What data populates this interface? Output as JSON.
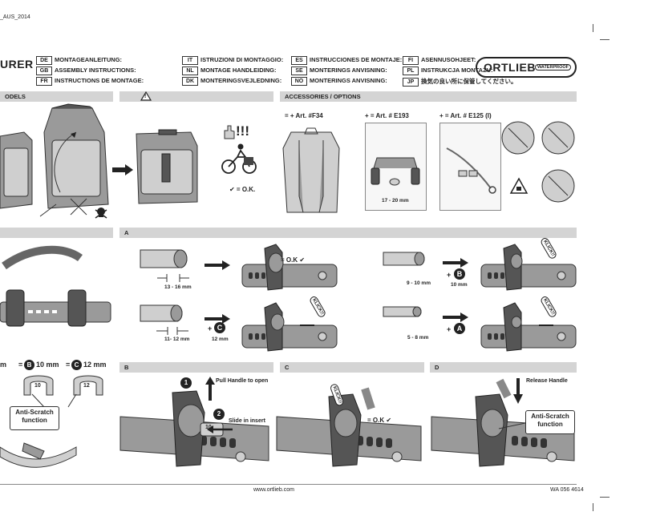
{
  "doc": {
    "doc_ref": "_AUS_2014",
    "title_partial": "URER",
    "brand": "ORTLIEB",
    "brand_tag": "WATERPROOF",
    "footer_url": "www.ortlieb.com",
    "footer_code": "WA 056 4614"
  },
  "languages": [
    {
      "code": "DE",
      "label": "MONTAGEANLEITUNG:"
    },
    {
      "code": "GB",
      "label": "ASSEMBLY INSTRUCTIONS:"
    },
    {
      "code": "FR",
      "label": "INSTRUCTIONS DE MONTAGE:"
    },
    {
      "code": "IT",
      "label": "ISTRUZIONI DI MONTAGGIO:"
    },
    {
      "code": "NL",
      "label": "MONTAGE HANDLEIDING:"
    },
    {
      "code": "DK",
      "label": "MONTERINGSVEJLEDNING:"
    },
    {
      "code": "ES",
      "label": "INSTRUCCIONES DE MONTAJE:"
    },
    {
      "code": "SE",
      "label": "MONTERINGS ANVISNING:"
    },
    {
      "code": "NO",
      "label": "MONTERINGS ANVISNING:"
    },
    {
      "code": "FI",
      "label": "ASENNUSOHJEET:"
    },
    {
      "code": "PL",
      "label": "INSTRUKCJA MONTAZU:"
    },
    {
      "code": "JP",
      "label": "換気の良い所に保管してください。"
    }
  ],
  "sections": {
    "models": "ODELS",
    "warning": "!",
    "accessories": "ACCESSORIES / OPTIONS",
    "a": "A",
    "b": "B",
    "c": "C",
    "d": "D"
  },
  "warning_panel": {
    "exclaim": "!!!",
    "ok": "✔ = O.K."
  },
  "accessories": {
    "acc1": "= + Art. #F34",
    "acc2": "+ = Art. # E193",
    "acc3": "+ = Art. # E125 (I)",
    "acc2_dim": "17 - 20 mm"
  },
  "step_a": {
    "d1": "13 - 16 mm",
    "d2": "11- 12 mm",
    "d2_insert": "12  mm",
    "d3": "9 - 10 mm",
    "d3_insert": "10 mm",
    "d4": "5 - 8 mm",
    "ok": "= O.K ✔",
    "click": "KLICK!!",
    "plus": "+",
    "c_letter": "C",
    "b_letter": "B",
    "a_letter": "A"
  },
  "inserts": {
    "partial_mm": "m",
    "b_eq": "=",
    "b_letter": "B",
    "b_size": "10 mm",
    "c_eq": "=",
    "c_letter": "C",
    "c_size": "12 mm",
    "label_10": "10",
    "label_12": "12",
    "anti_scratch": "Anti-Scratch function"
  },
  "step_b": {
    "n1": "1",
    "n2": "2",
    "pull": "Pull Handle to open",
    "slide": "Slide in insert",
    "insert_label": "10"
  },
  "step_c": {
    "click": "KLICK!!",
    "ok": "= O.K ✔"
  },
  "step_d": {
    "release": "Release Handle",
    "anti_scratch": "Anti-Scratch function"
  }
}
